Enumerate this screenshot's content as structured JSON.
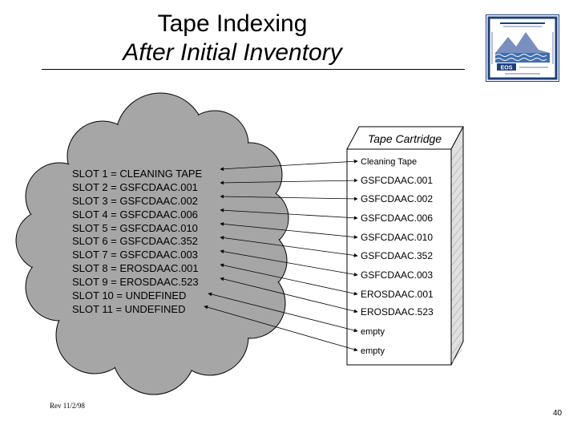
{
  "header": {
    "title_line1": "Tape Indexing",
    "title_line2": "After Initial Inventory"
  },
  "logo": {
    "icon": "eos-logo-icon",
    "label": "EOS"
  },
  "cloud": {
    "slots": [
      "SLOT 1 = CLEANING TAPE",
      "SLOT 2 = GSFCDAAC.001",
      "SLOT 3 = GSFCDAAC.002",
      "SLOT 4 = GSFCDAAC.006",
      "SLOT 5 = GSFCDAAC.010",
      "SLOT 6 = GSFCDAAC.352",
      "SLOT 7 = GSFCDAAC.003",
      "SLOT 8 = EROSDAAC.001",
      "SLOT 9 = EROSDAAC.523",
      "SLOT 10 = UNDEFINED",
      "SLOT 11 = UNDEFINED"
    ]
  },
  "cartridge": {
    "title": "Tape Cartridge",
    "rows": [
      "Cleaning Tape",
      "GSFCDAAC.001",
      "GSFCDAAC.002",
      "GSFCDAAC.006",
      "GSFCDAAC.010",
      "GSFCDAAC.352",
      "GSFCDAAC.003",
      "EROSDAAC.001",
      "EROSDAAC.523",
      "empty",
      "empty"
    ]
  },
  "colors": {
    "cloud_fill": "#a6a6a6",
    "box_fill": "#ffffff",
    "box_side": "#e0e0e0"
  },
  "footer": {
    "revision": "Rev 11/2/98",
    "page": "40"
  }
}
